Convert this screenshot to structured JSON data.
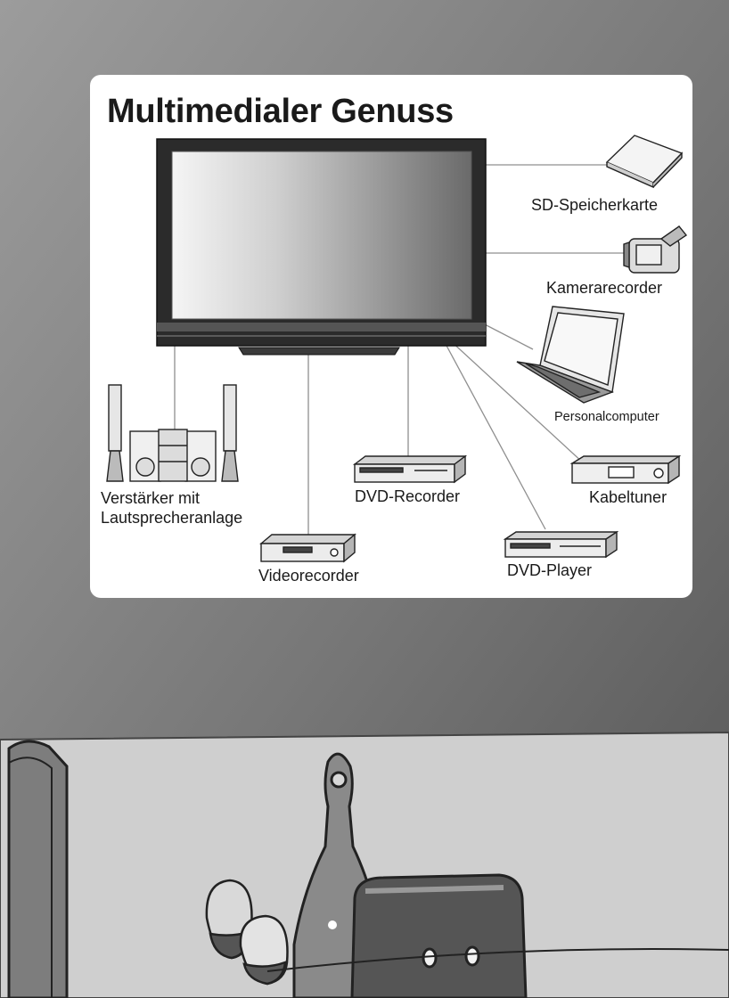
{
  "title": "Multimedialer Genuss",
  "devices": {
    "sd_card": "SD-Speicherkarte",
    "camcorder": "Kamerarecorder",
    "pc": "Personalcomputer",
    "cable_tuner": "Kabeltuner",
    "dvd_player": "DVD-Player",
    "dvd_recorder": "DVD-Recorder",
    "video_recorder": "Videorecorder",
    "amplifier_line1": "Verstärker mit",
    "amplifier_line2": "Lautsprecheranlage"
  },
  "colors": {
    "wall_top": "#8a8a8a",
    "wall_bottom": "#5e5e5e",
    "panel": "#ffffff",
    "floor": "#c8c8c8",
    "line": "#8f8f8f"
  }
}
